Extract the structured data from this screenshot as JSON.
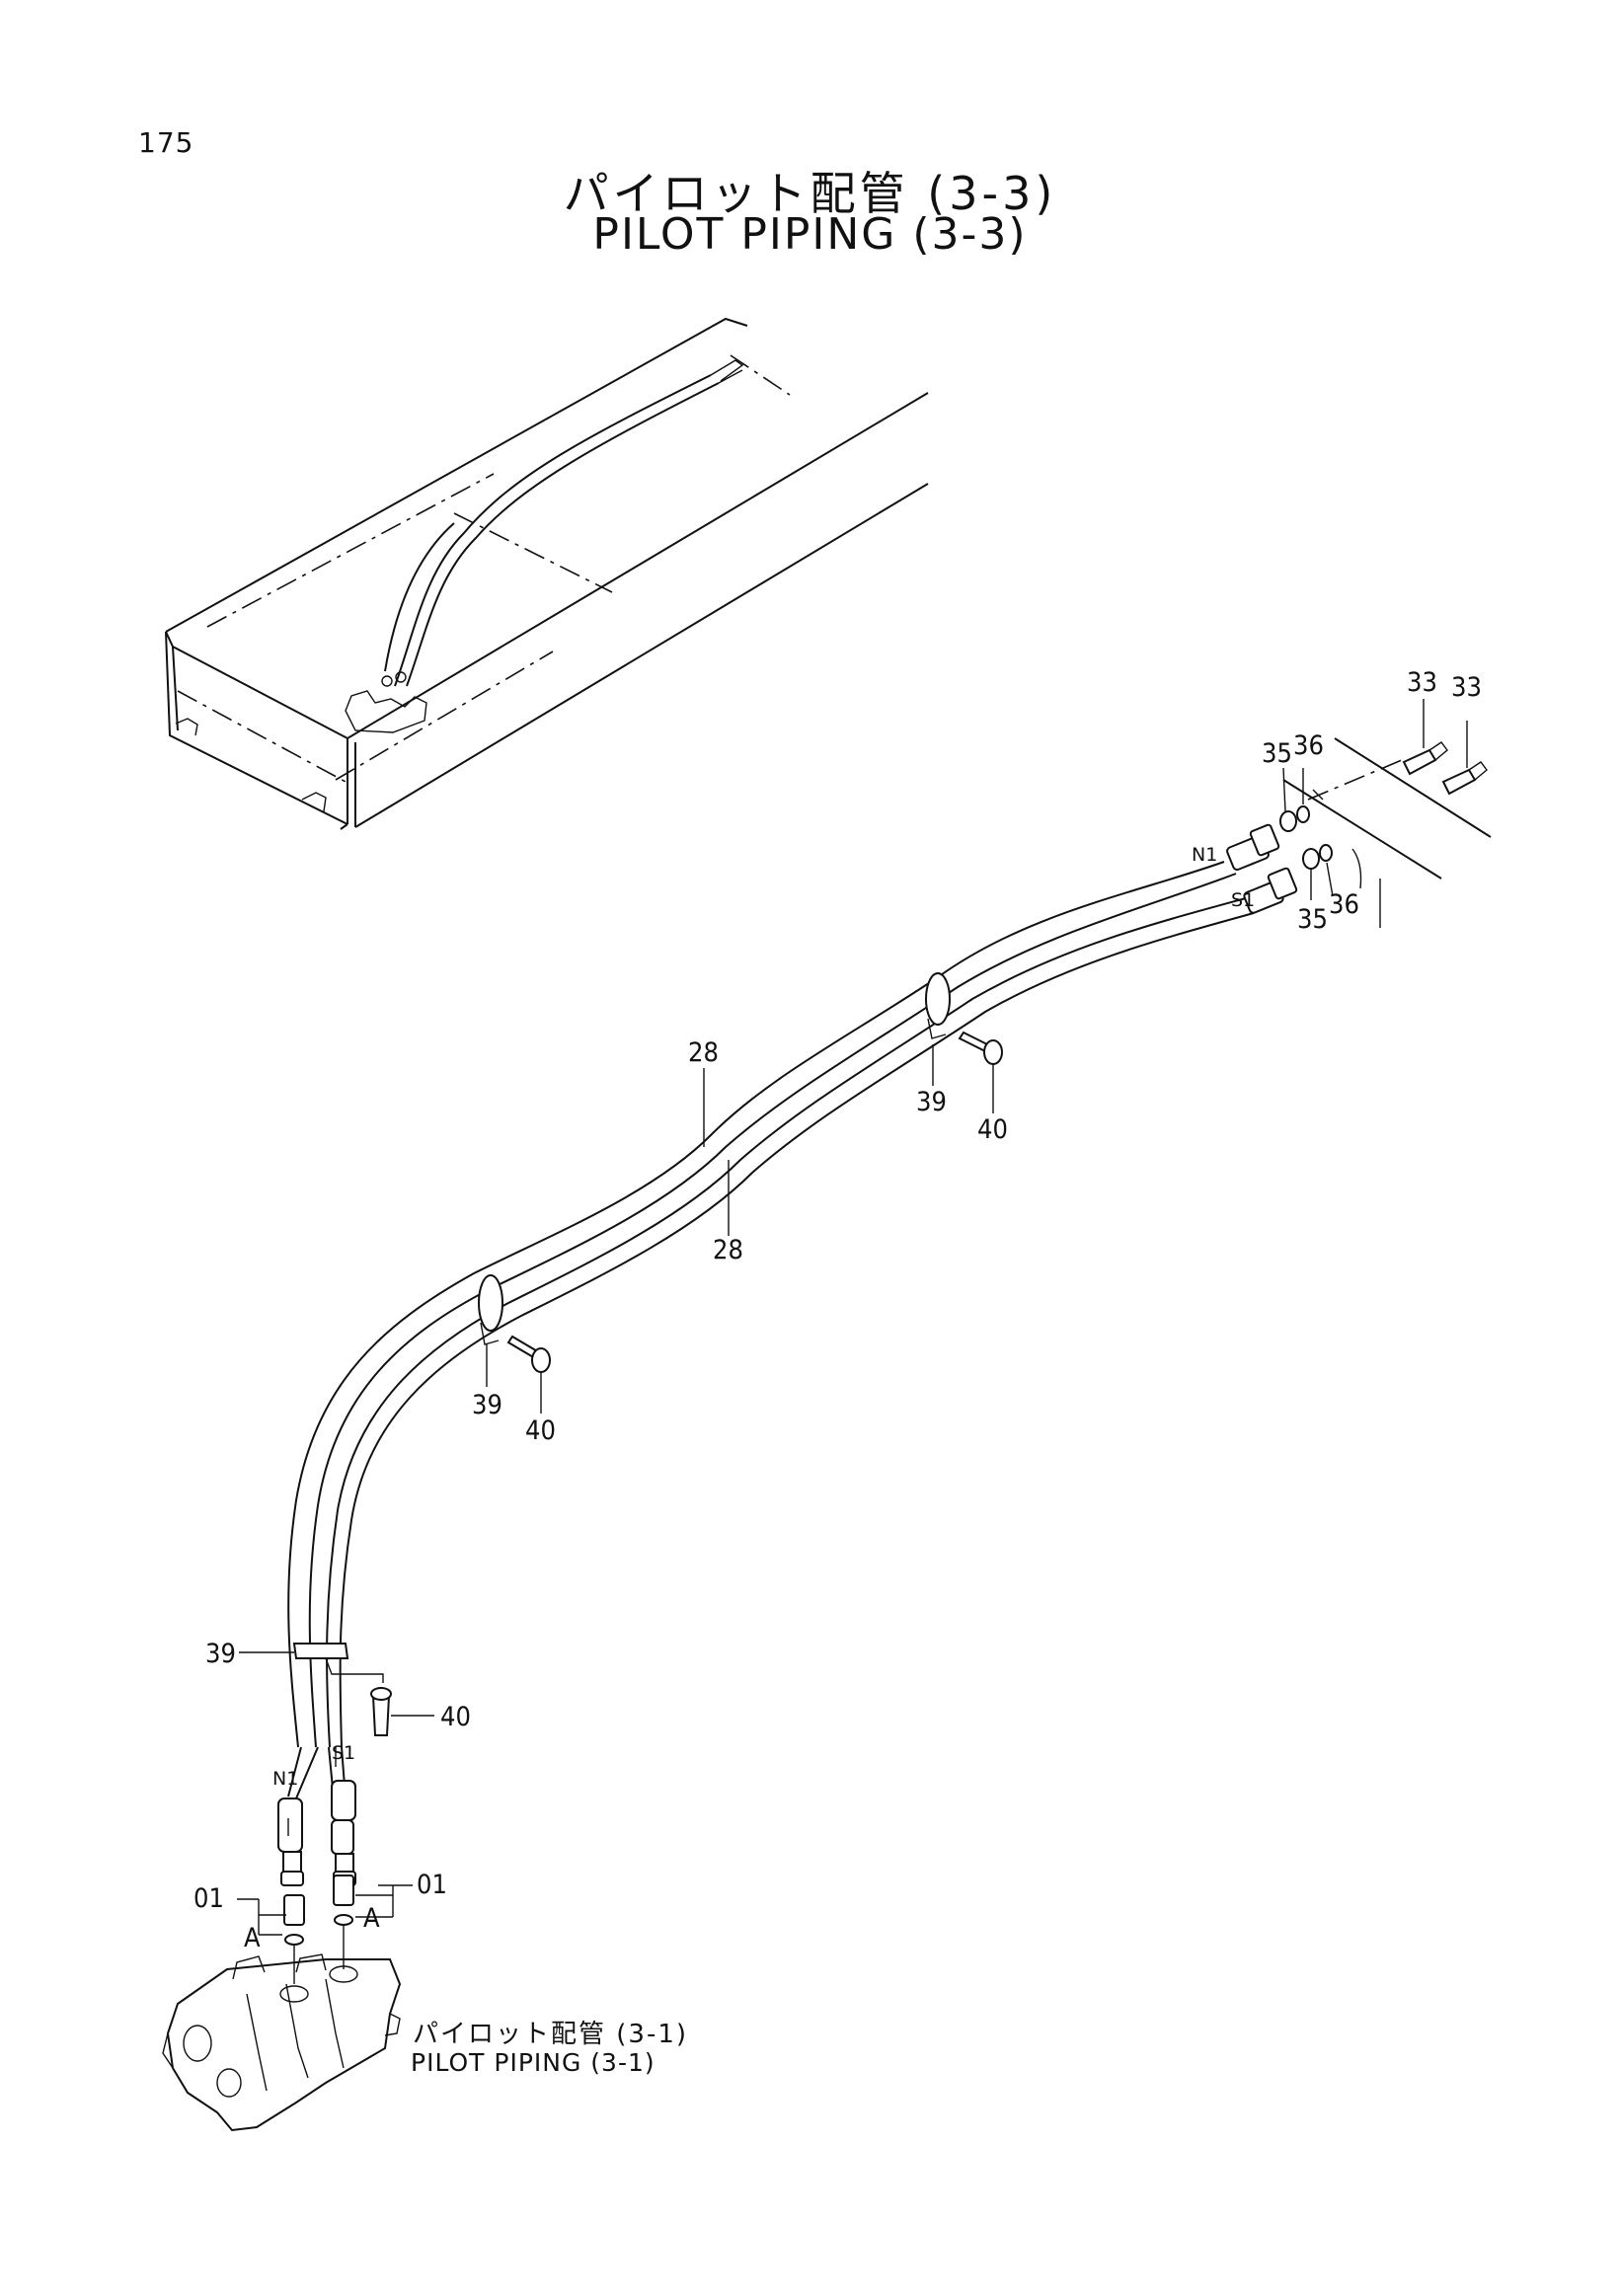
{
  "page_number": "175",
  "title_jp": "パイロット配管 (3-3)",
  "title_en": "PILOT PIPING (3-3)",
  "reference": {
    "jp": "パイロット配管 (3-1)",
    "en": "PILOT PIPING (3-1)"
  },
  "callouts": {
    "c33a": "33",
    "c33b": "33",
    "c35a": "35",
    "c36a": "36",
    "c35b": "35",
    "c36b": "36",
    "c28a": "28",
    "c28b": "28",
    "c39a": "39",
    "c40a": "40",
    "c39b": "39",
    "c40b": "40",
    "c39c": "39",
    "c40c": "40",
    "c01a": "01",
    "c01b": "01",
    "cAa": "A",
    "cAb": "A"
  },
  "hose_labels": {
    "n1_top": "N1",
    "s1_top": "S1",
    "n1_bottom": "N1",
    "s1_bottom": "S1"
  }
}
